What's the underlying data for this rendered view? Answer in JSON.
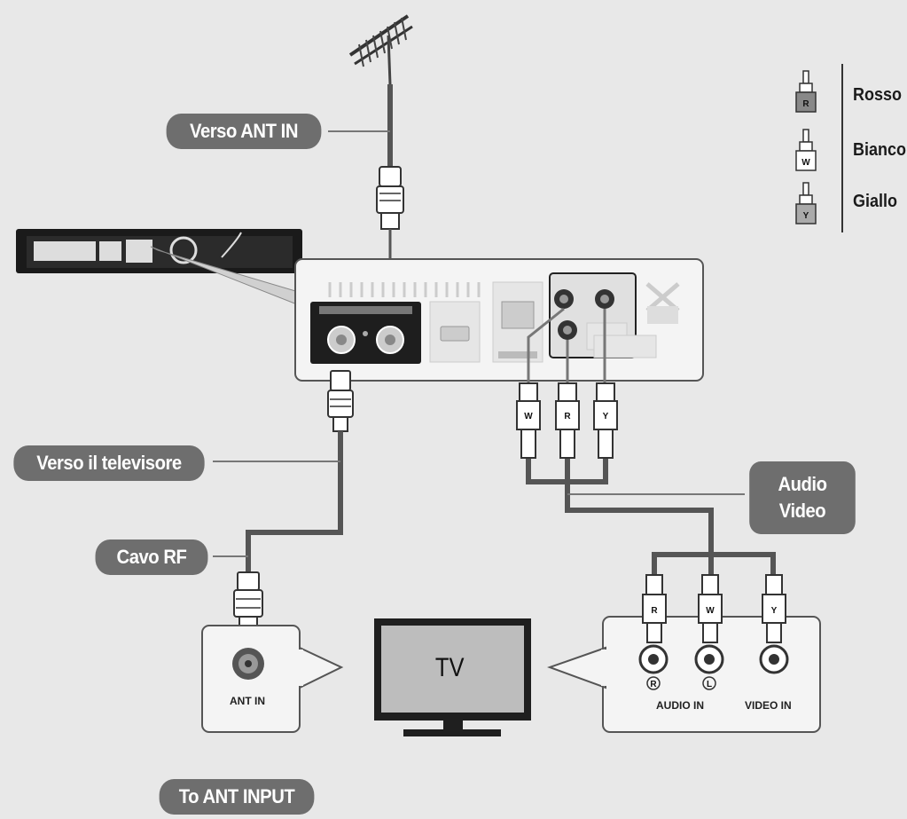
{
  "labels": {
    "to_ant_in": "Verso ANT IN",
    "to_tv": "Verso il televisore",
    "rf_cable": "Cavo RF",
    "audio_video_line1": "Audio",
    "audio_video_line2": "Video",
    "to_ant_input": "To ANT INPUT"
  },
  "legend": [
    {
      "letter": "R",
      "name": "Rosso"
    },
    {
      "letter": "W",
      "name": "Bianco"
    },
    {
      "letter": "Y",
      "name": "Giallo"
    }
  ],
  "tv": {
    "label": "TV",
    "ant_in": "ANT IN",
    "audio_in": "AUDIO IN",
    "video_in": "VIDEO IN",
    "right_mark": "R",
    "left_mark": "L"
  },
  "plug_letters": {
    "player_w": "W",
    "player_r": "R",
    "player_y": "Y",
    "tv_r": "R",
    "tv_w": "W",
    "tv_y": "Y"
  }
}
